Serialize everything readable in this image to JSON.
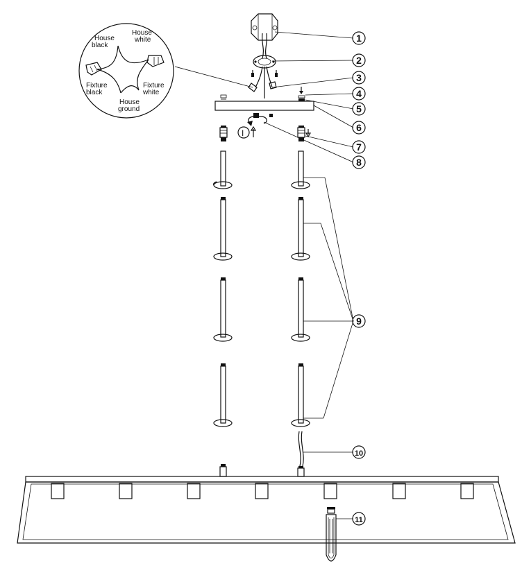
{
  "inset": {
    "labels": {
      "house_black": [
        "House",
        "black"
      ],
      "house_white": [
        "House",
        "white"
      ],
      "fixture_black": [
        "Fixture",
        "black"
      ],
      "fixture_white": [
        "Fixture",
        "white"
      ],
      "house_ground": [
        "House",
        "ground"
      ]
    }
  },
  "callouts": [
    "1",
    "2",
    "3",
    "4",
    "5",
    "6",
    "7",
    "8",
    "9",
    "10",
    "11"
  ],
  "rotation_marker": "I"
}
